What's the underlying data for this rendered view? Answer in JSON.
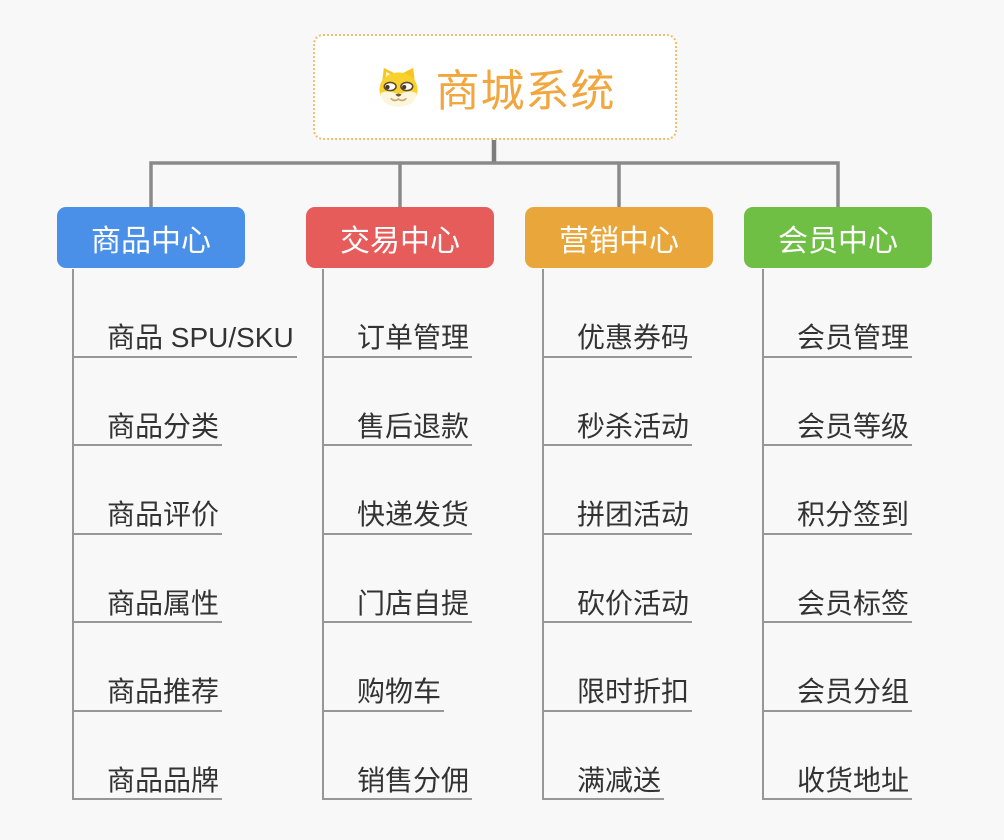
{
  "root": {
    "label": "商城系统",
    "icon": "dog-face-icon"
  },
  "branches": [
    {
      "label": "商品中心",
      "color": "#4A90E8",
      "children": [
        "商品 SPU/SKU",
        "商品分类",
        "商品评价",
        "商品属性",
        "商品推荐",
        "商品品牌"
      ]
    },
    {
      "label": "交易中心",
      "color": "#E65C5B",
      "children": [
        "订单管理",
        "售后退款",
        "快递发货",
        "门店自提",
        "购物车",
        "销售分佣"
      ]
    },
    {
      "label": "营销中心",
      "color": "#E9A73B",
      "children": [
        "优惠券码",
        "秒杀活动",
        "拼团活动",
        "砍价活动",
        "限时折扣",
        "满减送"
      ]
    },
    {
      "label": "会员中心",
      "color": "#6FBF45",
      "children": [
        "会员管理",
        "会员等级",
        "积分签到",
        "会员标签",
        "会员分组",
        "收货地址"
      ]
    }
  ],
  "colors": {
    "background": "#F8F8F8",
    "connector": "#868686",
    "leaf_line": "#979797",
    "leaf_text": "#333333",
    "root_text": "#F1A63E",
    "root_border": "#F2BE6B",
    "node_text": "#FFFFFF"
  }
}
